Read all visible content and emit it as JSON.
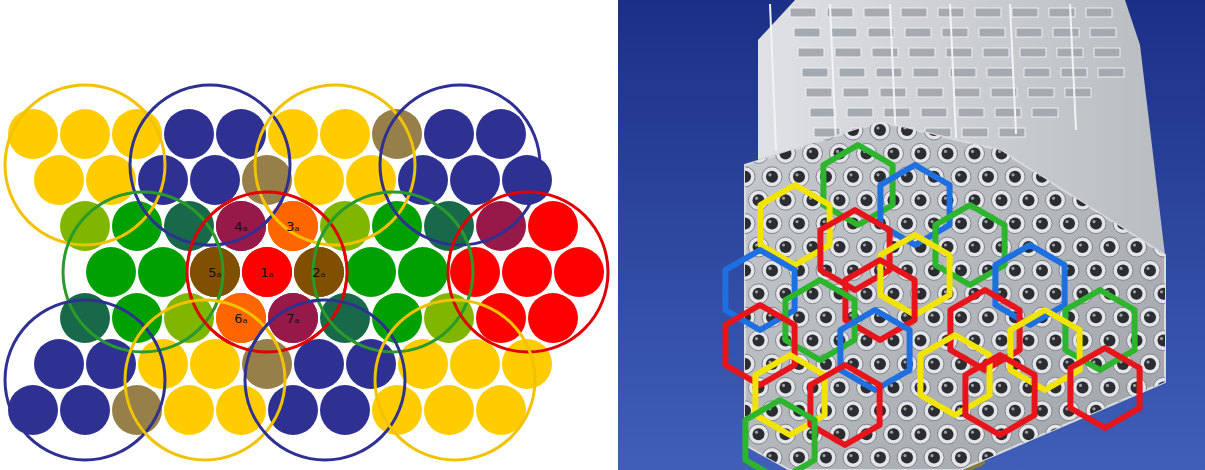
{
  "diagram": {
    "nodes": [
      {
        "text": [
          "4ₐ"
        ]
      },
      {
        "text": [
          "3ₐ"
        ]
      },
      {
        "text": [
          "5ₐ"
        ]
      },
      {
        "text": [
          "1ₐ"
        ]
      },
      {
        "text": [
          "2ₐ"
        ]
      },
      {
        "text": [
          "6ₐ"
        ]
      },
      {
        "text": [
          "7ₐ"
        ]
      }
    ]
  }
}
